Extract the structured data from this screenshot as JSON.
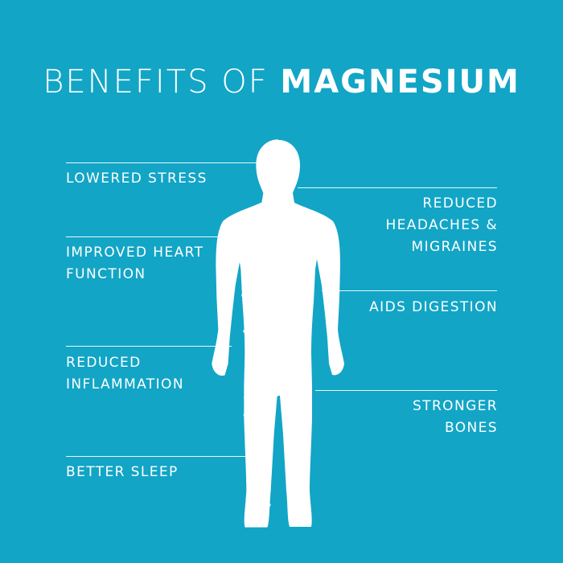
{
  "title": {
    "prefix": "BENEFITS OF ",
    "emphasis": "MAGNESIUM"
  },
  "left_benefits": [
    {
      "label": "LOWERED STRESS"
    },
    {
      "label": "IMPROVED HEART\nFUNCTION"
    },
    {
      "label": "REDUCED\nINFLAMMATION"
    },
    {
      "label": "BETTER SLEEP"
    }
  ],
  "right_benefits": [
    {
      "label": "REDUCED\nHEADACHES &\nMIGRAINES"
    },
    {
      "label": "AIDS DIGESTION"
    },
    {
      "label": "STRONGER\nBONES"
    }
  ],
  "colors": {
    "background": "#12a5c6",
    "foreground": "#ffffff"
  },
  "figure": {
    "left_half_style": "network-mesh",
    "right_half_style": "solid-silhouette"
  }
}
